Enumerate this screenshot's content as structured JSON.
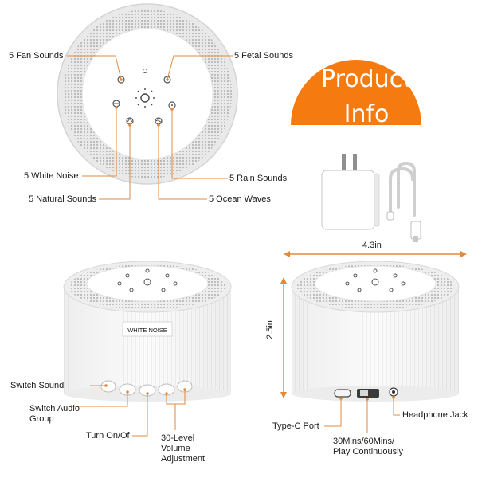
{
  "promo": {
    "line1": "Product",
    "line2": "Info"
  },
  "top_labels": {
    "fan": "5 Fan Sounds",
    "fetal": "5 Fetal Sounds",
    "white_noise": "5 White Noise",
    "rain": "5 Rain Sounds",
    "natural": "5 Natural Sounds",
    "ocean": "5 Ocean Waves"
  },
  "dimensions": {
    "width": "4.3in",
    "height": "2.5in"
  },
  "device_label": "WHITE NOISE",
  "bottom_labels": {
    "switch_sound": "Switch Sound",
    "switch_group_1": "Switch Audio",
    "switch_group_2": "Group",
    "power": "Turn On/Of",
    "volume_1": "30-Level",
    "volume_2": "Volume",
    "volume_3": "Adjustment",
    "typec": "Type-C Port",
    "timer_1": "30Mins/60Mins/",
    "timer_2": "Play Continuously",
    "headphone": "Headphone Jack"
  },
  "icons": [
    "fan-icon",
    "fetal-icon",
    "sun-light-icon",
    "white-noise-icon",
    "rain-icon",
    "natural-icon",
    "ocean-icon"
  ],
  "colors": {
    "accent": "#F57A10",
    "leader": "#E08A3C",
    "device": "#F4F4F4"
  }
}
